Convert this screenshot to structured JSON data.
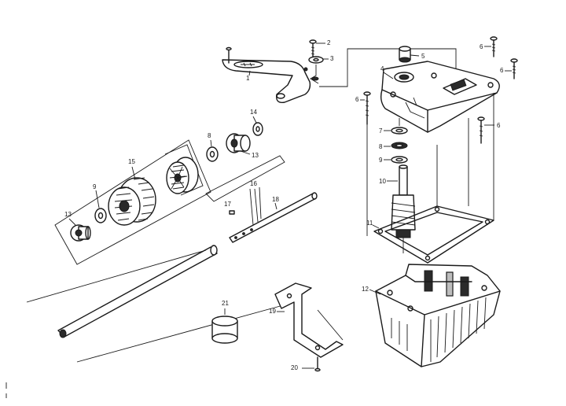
{
  "parts": [
    {
      "id": "p2",
      "label": "2",
      "name": "screw"
    },
    {
      "id": "p3",
      "label": "3",
      "name": "washer"
    },
    {
      "id": "p4",
      "label": "4",
      "name": "gear-housing-cover"
    },
    {
      "id": "p5",
      "label": "5",
      "name": "bushing"
    },
    {
      "id": "p6a",
      "label": "6",
      "name": "screw"
    },
    {
      "id": "p6b",
      "label": "6",
      "name": "screw"
    },
    {
      "id": "p6c",
      "label": "6",
      "name": "screw"
    },
    {
      "id": "p6d",
      "label": "6",
      "name": "screw"
    },
    {
      "id": "p7",
      "label": "7",
      "name": "washer"
    },
    {
      "id": "p8",
      "label": "8",
      "name": "washer"
    },
    {
      "id": "p9",
      "label": "9",
      "name": "washer"
    },
    {
      "id": "p10",
      "label": "10",
      "name": "worm-shaft"
    },
    {
      "id": "p11",
      "label": "11",
      "name": "gasket"
    },
    {
      "id": "p12",
      "label": "12",
      "name": "gear-housing"
    },
    {
      "id": "p13a",
      "label": "13",
      "name": "bearing"
    },
    {
      "id": "p13b",
      "label": "13",
      "name": "bearing"
    },
    {
      "id": "p14",
      "label": "14",
      "name": "washer"
    },
    {
      "id": "p8b",
      "label": "8",
      "name": "washer"
    },
    {
      "id": "p9b",
      "label": "9",
      "name": "washer"
    },
    {
      "id": "p15",
      "label": "15",
      "name": "gear-assembly"
    },
    {
      "id": "p16",
      "label": "16",
      "name": "pin"
    },
    {
      "id": "p17",
      "label": "17",
      "name": "key"
    },
    {
      "id": "p18",
      "label": "18",
      "name": "shaft"
    },
    {
      "id": "p19",
      "label": "19",
      "name": "bracket"
    },
    {
      "id": "p20",
      "label": "20",
      "name": "screw"
    },
    {
      "id": "p21",
      "label": "21",
      "name": "cap"
    },
    {
      "id": "p1",
      "label": "1",
      "name": "lever"
    }
  ],
  "callouts": {
    "p1": "1",
    "p2": "2",
    "p3": "3",
    "p4": "4",
    "p5": "5",
    "p6a": "6",
    "p6b": "6",
    "p6c": "6",
    "p6d": "6",
    "p7": "7",
    "p8": "8",
    "p9": "9",
    "p10": "10",
    "p11": "11",
    "p12": "12",
    "p13a": "13",
    "p13b": "13",
    "p14": "14",
    "p8b": "8",
    "p9b": "9",
    "p15": "15",
    "p16": "16",
    "p17": "17",
    "p18": "18",
    "p19": "19",
    "p20": "20",
    "p21": "21"
  }
}
